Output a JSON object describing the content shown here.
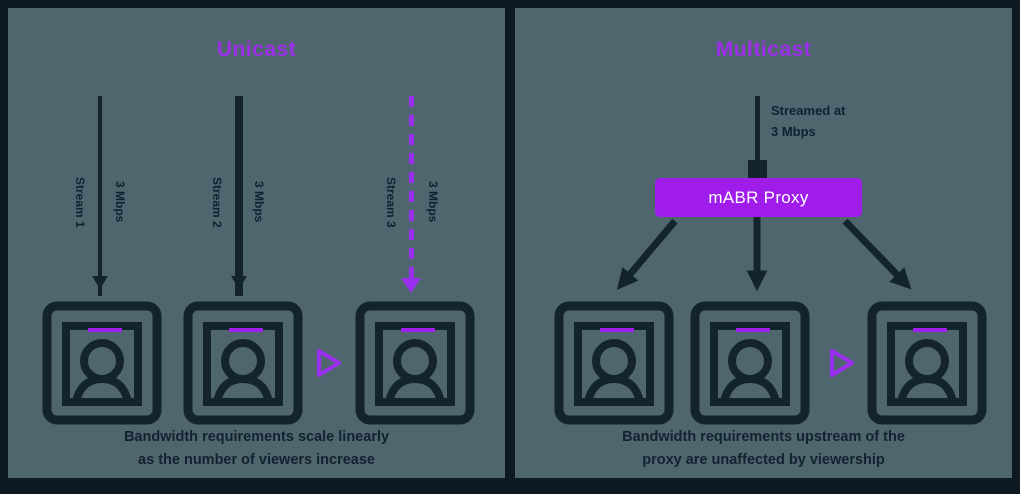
{
  "colors": {
    "background_frame": "#0d1a24",
    "panel_background": "#50666e",
    "icon_dark": "#13242f",
    "accent_purple": "#9b2ff0",
    "proxy_box_purple": "#a01ceb",
    "caption_text": "#12222e",
    "proxy_text": "#ffffff"
  },
  "icons": {
    "tv_viewer": "tv-viewer-icon",
    "play": "play-outline-icon",
    "down_arrow": "down-arrow-icon"
  },
  "left_panel": {
    "title": "Unicast",
    "streams": [
      {
        "label_left": "Stream 1",
        "label_right": "3 Mbps",
        "style": "solid"
      },
      {
        "label_left": "Stream 2",
        "label_right": "3 Mbps",
        "style": "solid"
      },
      {
        "label_left": "Stream 3",
        "label_right": "3 Mbps",
        "style": "dashed-purple"
      }
    ],
    "caption_line1": "Bandwidth requirements scale linearly",
    "caption_line2": "as the number of viewers increase"
  },
  "right_panel": {
    "title": "Multicast",
    "source_label_line1": "Streamed at",
    "source_label_line2": "3 Mbps",
    "proxy_label": "mABR Proxy",
    "caption_line1": "Bandwidth requirements upstream of the",
    "caption_line2": "proxy are unaffected by viewership"
  }
}
